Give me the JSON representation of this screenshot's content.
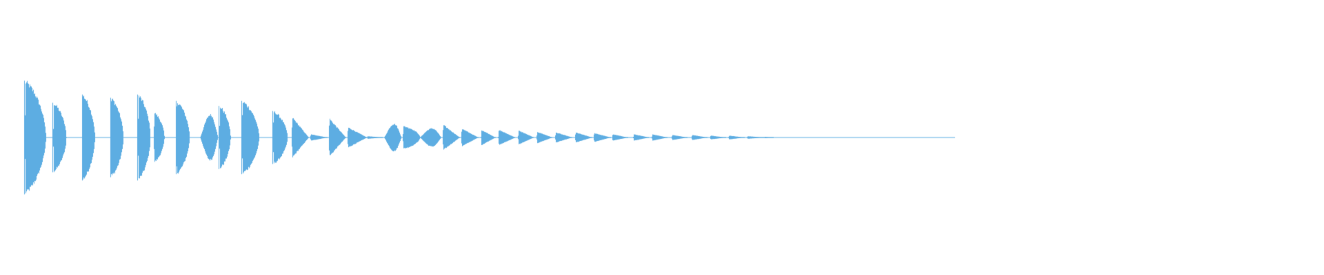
{
  "waveform": {
    "color": "#5dade2",
    "background": "#ffffff",
    "notes": [
      {
        "start": 0.0185,
        "end": 0.0345,
        "amp": 0.9,
        "shape": "pluck"
      },
      {
        "start": 0.04,
        "end": 0.05,
        "amp": 0.55,
        "shape": "pluck"
      },
      {
        "start": 0.062,
        "end": 0.0715,
        "amp": 0.68,
        "shape": "pluck"
      },
      {
        "start": 0.0835,
        "end": 0.093,
        "amp": 0.63,
        "shape": "pluck"
      },
      {
        "start": 0.104,
        "end": 0.1135,
        "amp": 0.68,
        "shape": "pluck"
      },
      {
        "start": 0.116,
        "end": 0.124,
        "amp": 0.4,
        "shape": "pluck"
      },
      {
        "start": 0.133,
        "end": 0.143,
        "amp": 0.58,
        "shape": "pluck"
      },
      {
        "start": 0.151,
        "end": 0.1645,
        "amp": 0.4,
        "shape": "ramp"
      },
      {
        "start": 0.1655,
        "end": 0.174,
        "amp": 0.5,
        "shape": "pluck"
      },
      {
        "start": 0.1825,
        "end": 0.1955,
        "amp": 0.58,
        "shape": "pluck"
      },
      {
        "start": 0.206,
        "end": 0.217,
        "amp": 0.42,
        "shape": "pluck"
      },
      {
        "start": 0.22,
        "end": 0.233,
        "amp": 0.32,
        "shape": "wedge"
      },
      {
        "start": 0.234,
        "end": 0.247,
        "amp": 0.05,
        "shape": "wedge"
      },
      {
        "start": 0.248,
        "end": 0.261,
        "amp": 0.3,
        "shape": "wedge"
      },
      {
        "start": 0.262,
        "end": 0.277,
        "amp": 0.16,
        "shape": "wedge"
      },
      {
        "start": 0.277,
        "end": 0.289,
        "amp": 0.02,
        "shape": "wedge"
      },
      {
        "start": 0.29,
        "end": 0.303,
        "amp": 0.24,
        "shape": "ramp"
      },
      {
        "start": 0.304,
        "end": 0.317,
        "amp": 0.18,
        "shape": "pluck"
      },
      {
        "start": 0.317,
        "end": 0.333,
        "amp": 0.16,
        "shape": "ramp"
      },
      {
        "start": 0.334,
        "end": 0.347,
        "amp": 0.2,
        "shape": "wedge"
      },
      {
        "start": 0.348,
        "end": 0.361,
        "amp": 0.14,
        "shape": "wedge"
      },
      {
        "start": 0.363,
        "end": 0.374,
        "amp": 0.12,
        "shape": "wedge"
      },
      {
        "start": 0.376,
        "end": 0.389,
        "amp": 0.12,
        "shape": "wedge"
      },
      {
        "start": 0.391,
        "end": 0.403,
        "amp": 0.11,
        "shape": "wedge"
      },
      {
        "start": 0.405,
        "end": 0.417,
        "amp": 0.09,
        "shape": "wedge"
      },
      {
        "start": 0.419,
        "end": 0.432,
        "amp": 0.08,
        "shape": "wedge"
      },
      {
        "start": 0.434,
        "end": 0.447,
        "amp": 0.08,
        "shape": "wedge"
      },
      {
        "start": 0.448,
        "end": 0.461,
        "amp": 0.07,
        "shape": "wedge"
      },
      {
        "start": 0.462,
        "end": 0.474,
        "amp": 0.05,
        "shape": "wedge"
      },
      {
        "start": 0.478,
        "end": 0.49,
        "amp": 0.05,
        "shape": "wedge"
      },
      {
        "start": 0.492,
        "end": 0.504,
        "amp": 0.05,
        "shape": "wedge"
      },
      {
        "start": 0.507,
        "end": 0.519,
        "amp": 0.04,
        "shape": "wedge"
      },
      {
        "start": 0.522,
        "end": 0.534,
        "amp": 0.04,
        "shape": "wedge"
      },
      {
        "start": 0.536,
        "end": 0.548,
        "amp": 0.03,
        "shape": "wedge"
      },
      {
        "start": 0.55,
        "end": 0.562,
        "amp": 0.03,
        "shape": "wedge"
      },
      {
        "start": 0.564,
        "end": 0.577,
        "amp": 0.02,
        "shape": "wedge"
      },
      {
        "start": 0.577,
        "end": 0.584,
        "amp": 0.01,
        "shape": "wedge"
      }
    ]
  }
}
